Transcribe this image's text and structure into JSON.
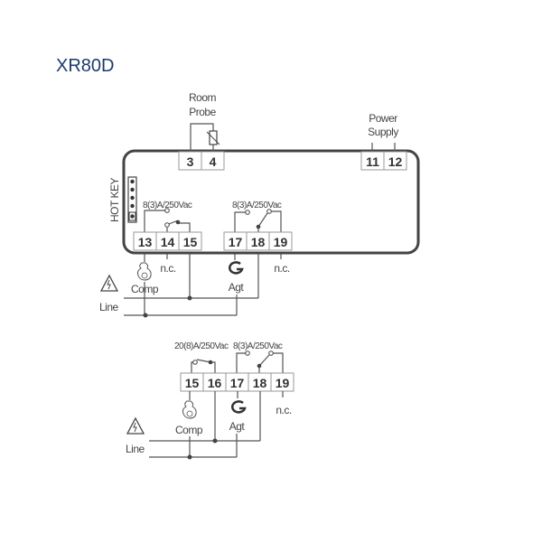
{
  "title": "XR80D",
  "diagram1": {
    "room_probe": [
      "Room",
      "Probe"
    ],
    "power_supply": [
      "Power",
      "Supply"
    ],
    "hot_key": "HOT KEY",
    "terminals_top": [
      "3",
      "4",
      "11",
      "12"
    ],
    "terminals_bottom": [
      "13",
      "14",
      "15",
      "17",
      "18",
      "19"
    ],
    "relay1_rating": "8(3)A/250Vac",
    "relay2_rating": "8(3)A/250Vac",
    "comp": "Comp",
    "agt": "Agt",
    "nc1": "n.c.",
    "nc2": "n.c.",
    "line": "Line"
  },
  "diagram2": {
    "terminals": [
      "15",
      "16",
      "17",
      "18",
      "19"
    ],
    "relay1_rating": "20(8)A/250Vac",
    "relay2_rating": "8(3)A/250Vac",
    "comp": "Comp",
    "agt": "Agt",
    "nc": "n.c.",
    "line": "Line"
  }
}
